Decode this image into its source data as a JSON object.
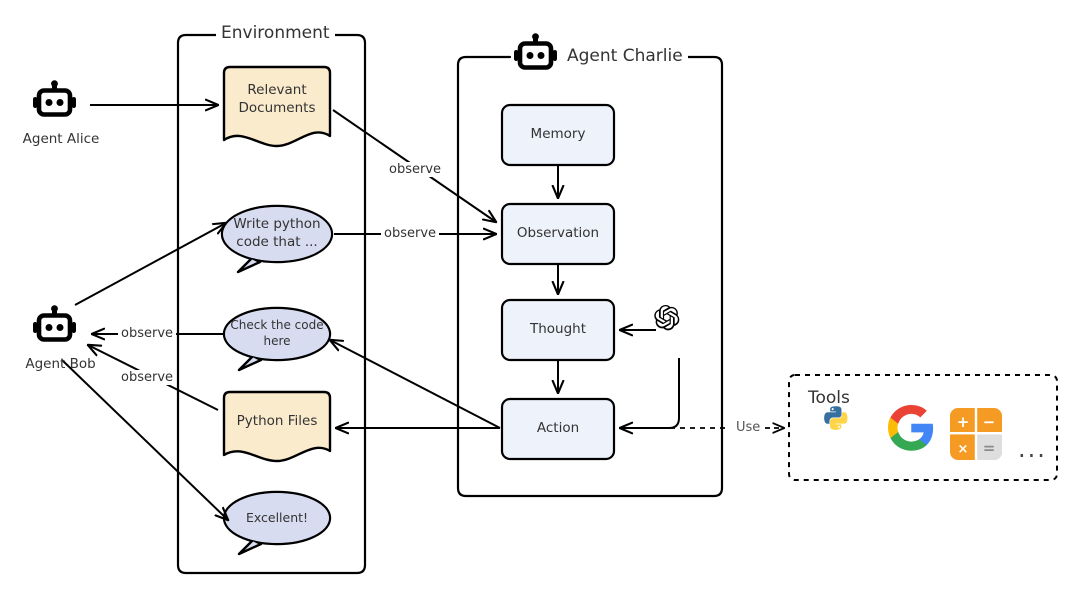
{
  "diagram": {
    "title": "Multi-agent environment interaction diagram",
    "colors": {
      "document_fill": "#faebcd",
      "bubble_fill": "#d8dcf0",
      "box_fill": "#eef2fb",
      "stroke": "#000000",
      "text": "#333333",
      "accent_orange": "#f59a23",
      "google_blue": "#4285f4",
      "google_red": "#ea4335",
      "google_yellow": "#fbbc05",
      "google_green": "#34a853",
      "python_blue": "#376f9f",
      "python_yellow": "#ffd447"
    }
  },
  "groups": {
    "environment": {
      "label": "Environment"
    },
    "agent_charlie": {
      "label": "Agent Charlie",
      "icon": "robot-icon"
    },
    "tools": {
      "label": "Tools"
    }
  },
  "actors": [
    {
      "id": "alice",
      "name": "Agent Alice",
      "icon": "robot-icon"
    },
    {
      "id": "bob",
      "name": "Agent Bob",
      "icon": "robot-icon"
    }
  ],
  "environment_nodes": [
    {
      "id": "relevant-documents",
      "label": "Relevant\nDocuments",
      "shape": "document"
    },
    {
      "id": "write-python-code",
      "label": "Write python\ncode that ...",
      "shape": "speech-bubble"
    },
    {
      "id": "check-the-code",
      "label": "Check the code\nhere",
      "shape": "speech-bubble"
    },
    {
      "id": "python-files",
      "label": "Python Files",
      "shape": "document"
    },
    {
      "id": "excellent",
      "label": "Excellent!",
      "shape": "speech-bubble"
    }
  ],
  "agent_nodes": [
    {
      "id": "memory",
      "label": "Memory",
      "shape": "rounded-rect"
    },
    {
      "id": "observation",
      "label": "Observation",
      "shape": "rounded-rect"
    },
    {
      "id": "thought",
      "label": "Thought",
      "shape": "rounded-rect"
    },
    {
      "id": "action",
      "label": "Action",
      "shape": "rounded-rect"
    }
  ],
  "llm": {
    "id": "openai-logo",
    "icon": "openai-logo-icon"
  },
  "tool_icons": [
    {
      "id": "python",
      "icon": "python-logo-icon",
      "label": "Python"
    },
    {
      "id": "google",
      "icon": "google-logo-icon",
      "label": "Google"
    },
    {
      "id": "calculator",
      "icon": "calculator-icon",
      "label": "Calculator"
    },
    {
      "id": "more",
      "icon": "ellipsis-icon",
      "label": "..."
    }
  ],
  "edge_labels": {
    "observe_documents": "observe",
    "observe_prompt": "observe",
    "observe_check": "observe",
    "observe_files": "observe",
    "use_tools": "Use"
  }
}
